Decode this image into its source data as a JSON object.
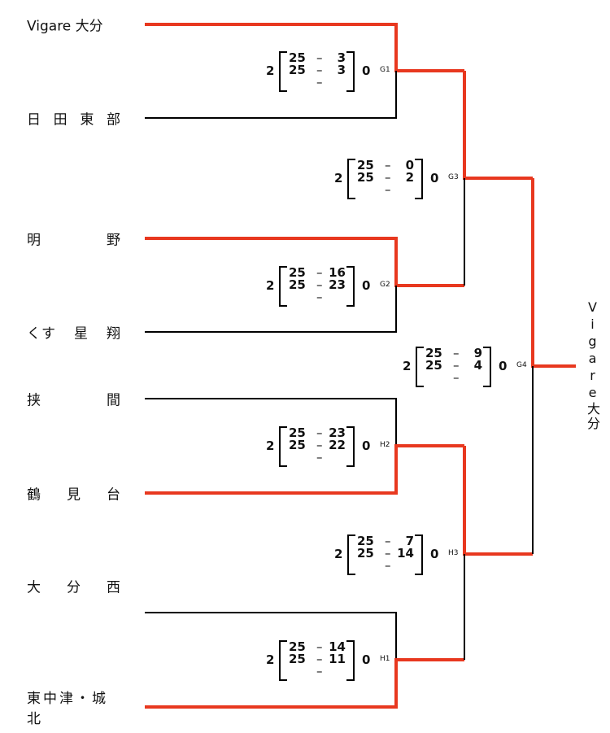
{
  "teams": [
    "Vigare 大分",
    "日 田 東 部",
    "明 野",
    "くす 星 翔",
    "挟 間",
    "鶴 見 台",
    "大 分 西",
    "東中津・城北"
  ],
  "matches": [
    {
      "id": "G1",
      "wins": "2",
      "losses": "0",
      "sets": [
        [
          "25",
          "3"
        ],
        [
          "25",
          "3"
        ],
        [
          "",
          ""
        ]
      ]
    },
    {
      "id": "G2",
      "wins": "2",
      "losses": "0",
      "sets": [
        [
          "25",
          "16"
        ],
        [
          "25",
          "23"
        ],
        [
          "",
          ""
        ]
      ]
    },
    {
      "id": "G3",
      "wins": "2",
      "losses": "0",
      "sets": [
        [
          "25",
          "0"
        ],
        [
          "25",
          "2"
        ],
        [
          "",
          ""
        ]
      ]
    },
    {
      "id": "G4",
      "wins": "2",
      "losses": "0",
      "sets": [
        [
          "25",
          "9"
        ],
        [
          "25",
          "4"
        ],
        [
          "",
          ""
        ]
      ]
    },
    {
      "id": "H2",
      "wins": "2",
      "losses": "0",
      "sets": [
        [
          "25",
          "23"
        ],
        [
          "25",
          "22"
        ],
        [
          "",
          ""
        ]
      ]
    },
    {
      "id": "H3",
      "wins": "2",
      "losses": "0",
      "sets": [
        [
          "25",
          "7"
        ],
        [
          "25",
          "14"
        ],
        [
          "",
          ""
        ]
      ]
    },
    {
      "id": "H1",
      "wins": "2",
      "losses": "0",
      "sets": [
        [
          "25",
          "14"
        ],
        [
          "25",
          "11"
        ],
        [
          "",
          ""
        ]
      ]
    }
  ],
  "dash": "–",
  "champion": "Vigare大分",
  "colors": {
    "winner_line": "#e8381f",
    "loser_line": "#000000"
  }
}
